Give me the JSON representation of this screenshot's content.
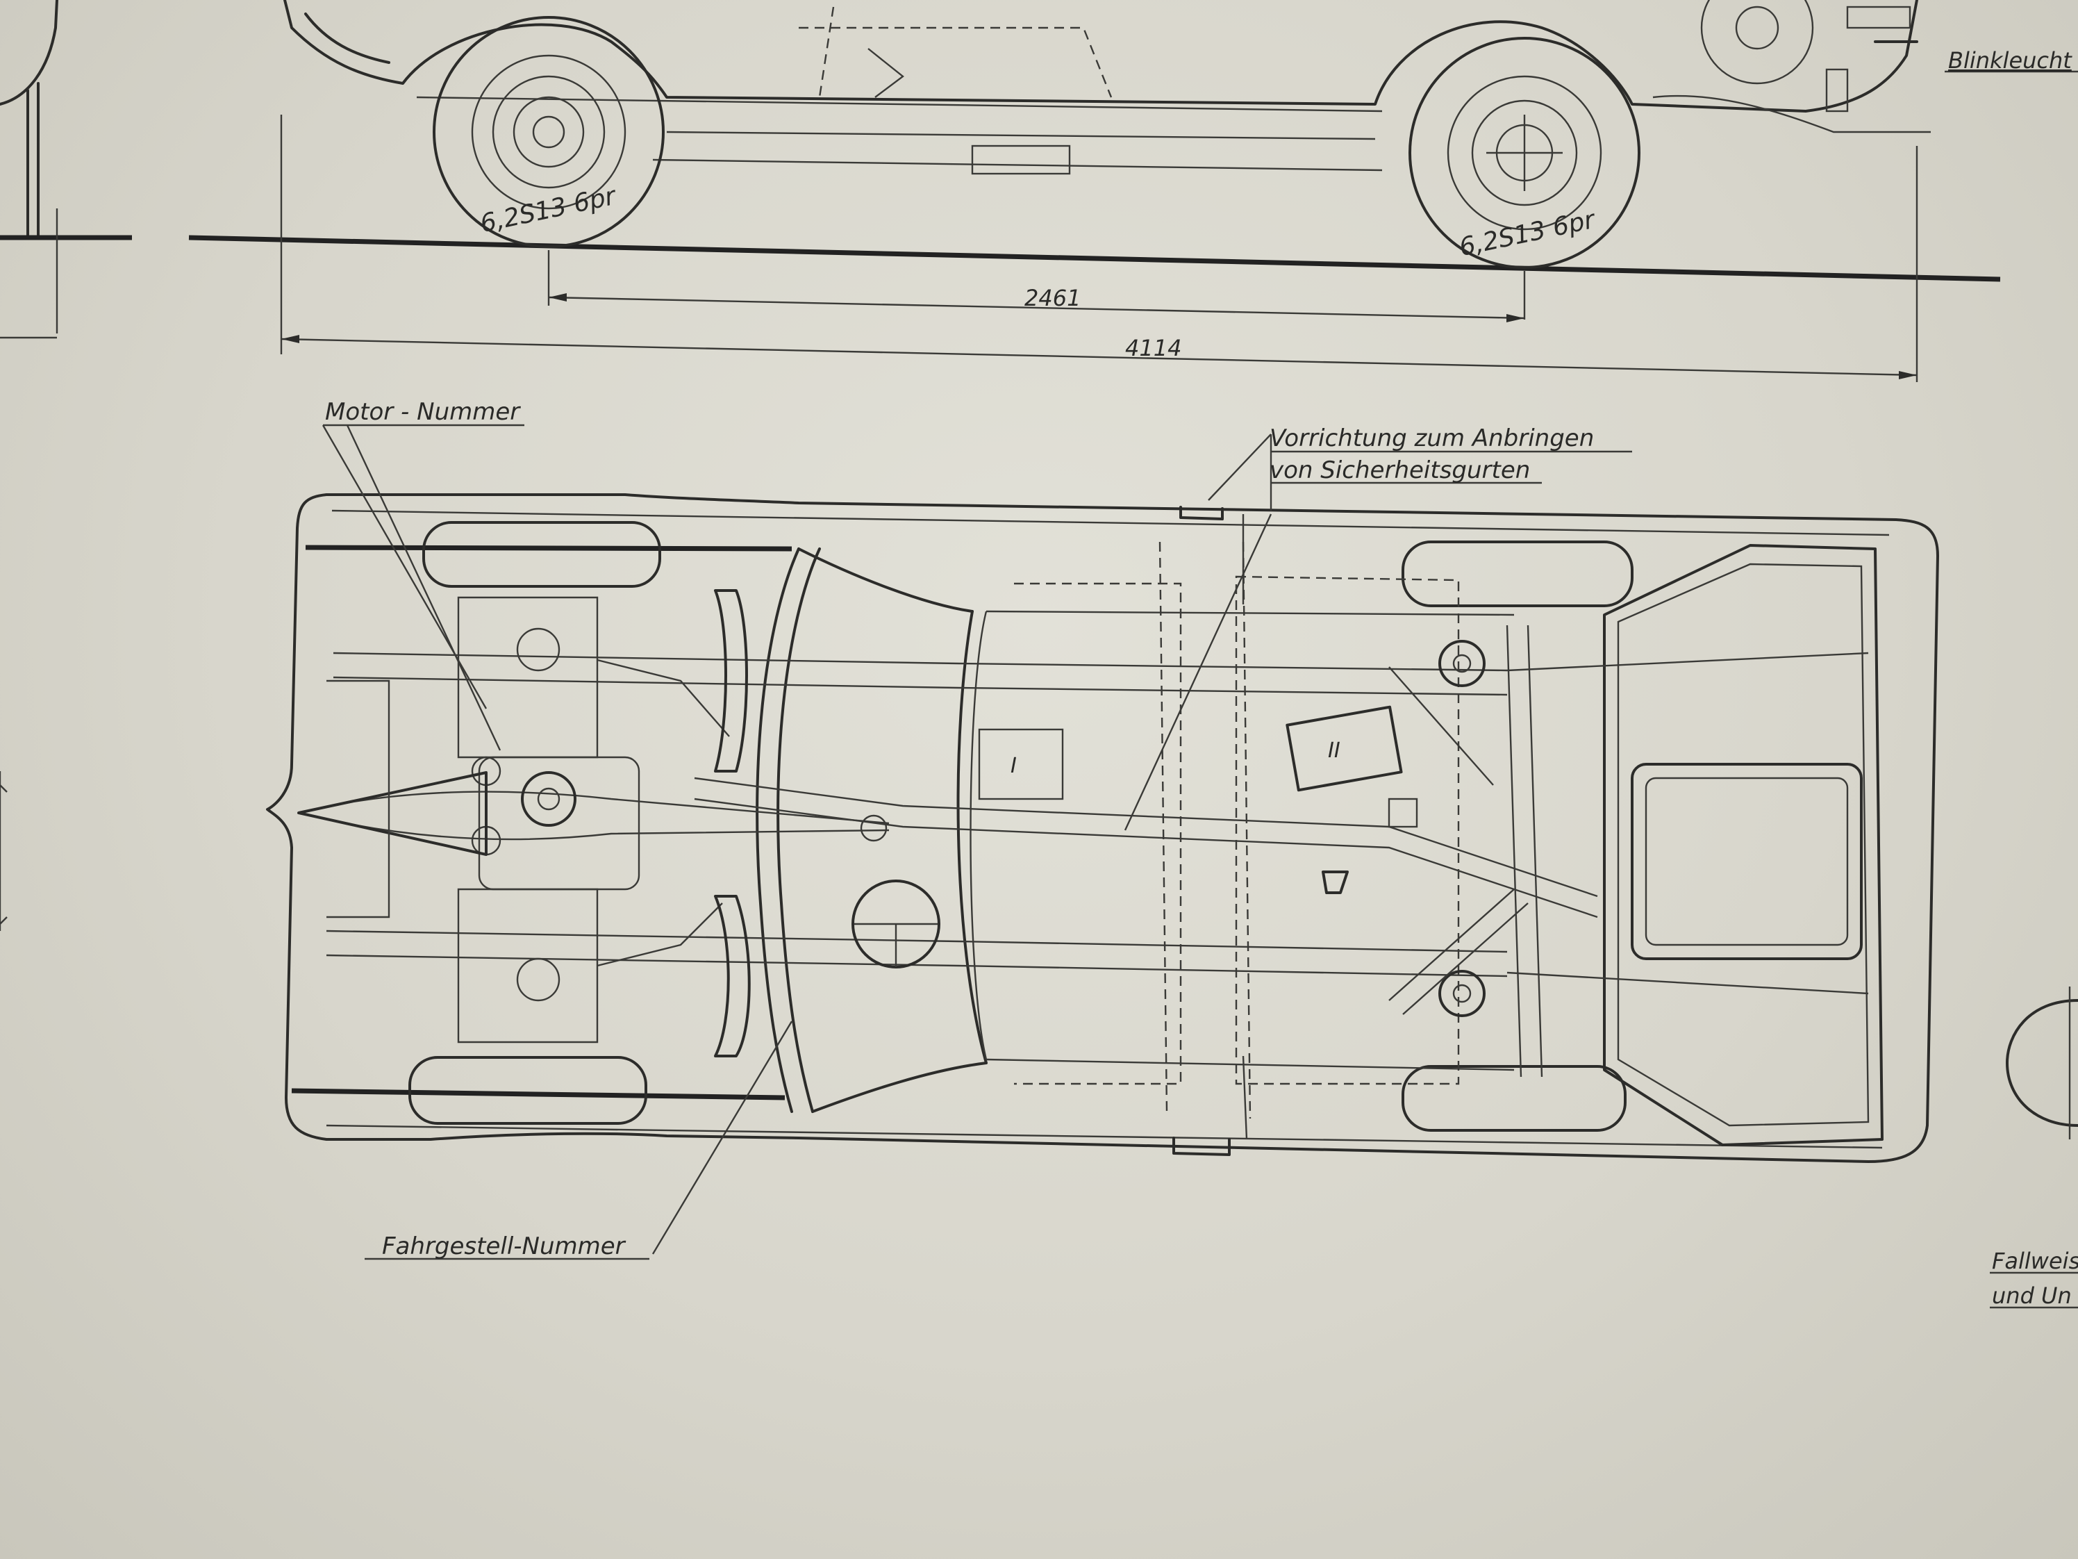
{
  "labels": {
    "blinkleuchte": "Blinkleucht",
    "tyre_front": "6,2S13 6pr",
    "tyre_rear": "6,2S13 6pr",
    "wheelbase": "2461",
    "length": "4114",
    "motor_nummer": "Motor - Nummer",
    "gurte_line1": "Vorrichtung zum  Anbringen",
    "gurte_line2": "von Sicherheitsgurten",
    "fahrgestell": "Fahrgestell-Nummer",
    "roman_one": "I",
    "roman_two": "II",
    "fallweise_line1": "Fallweis",
    "fallweise_line2": "und Un"
  },
  "colors": {
    "paper": "#d8d6cc",
    "ink": "#2c2c2a"
  }
}
